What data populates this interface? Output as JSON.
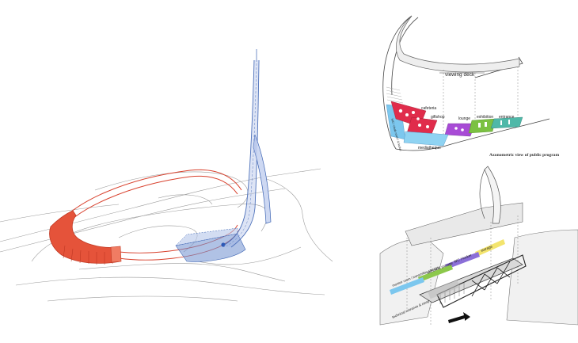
{
  "colors": {
    "red": "#e5533a",
    "red_line": "#d8402c",
    "blue": "#6f8fd0",
    "blue_line": "#3d64b3",
    "cafeteria": "#e02c4b",
    "giftshop": "#e02c4b",
    "lounge": "#a84bd6",
    "exhibition": "#7bc142",
    "entrance": "#4fb8a8",
    "mediatheque": "#8fd3f2",
    "storage": "#f3e46d",
    "wc_locker": "#8b6fd8",
    "technical": "#8cc84b",
    "monitor": "#7cc7ee"
  },
  "public_program": {
    "title": "viewing deck",
    "labels": {
      "cafeteria": "cafeteria",
      "giftshop": "giftshop",
      "lounge": "lounge",
      "exhibition": "exhibition",
      "entrance": "entrance",
      "mediatheque": "mediatheque",
      "wc_left": "WC / cloak room / & locker"
    },
    "caption": "Axonometric view of public program"
  },
  "technical_program": {
    "labels": {
      "storage": "storage",
      "wc_locker": "WC / locker",
      "technical_storage": "technical storage",
      "monitor_room": "monitor room / transmitter storage",
      "entrance_ramp": "technical entrance & ramp"
    }
  },
  "icons": [
    "tower-icon",
    "arrow-icon"
  ]
}
